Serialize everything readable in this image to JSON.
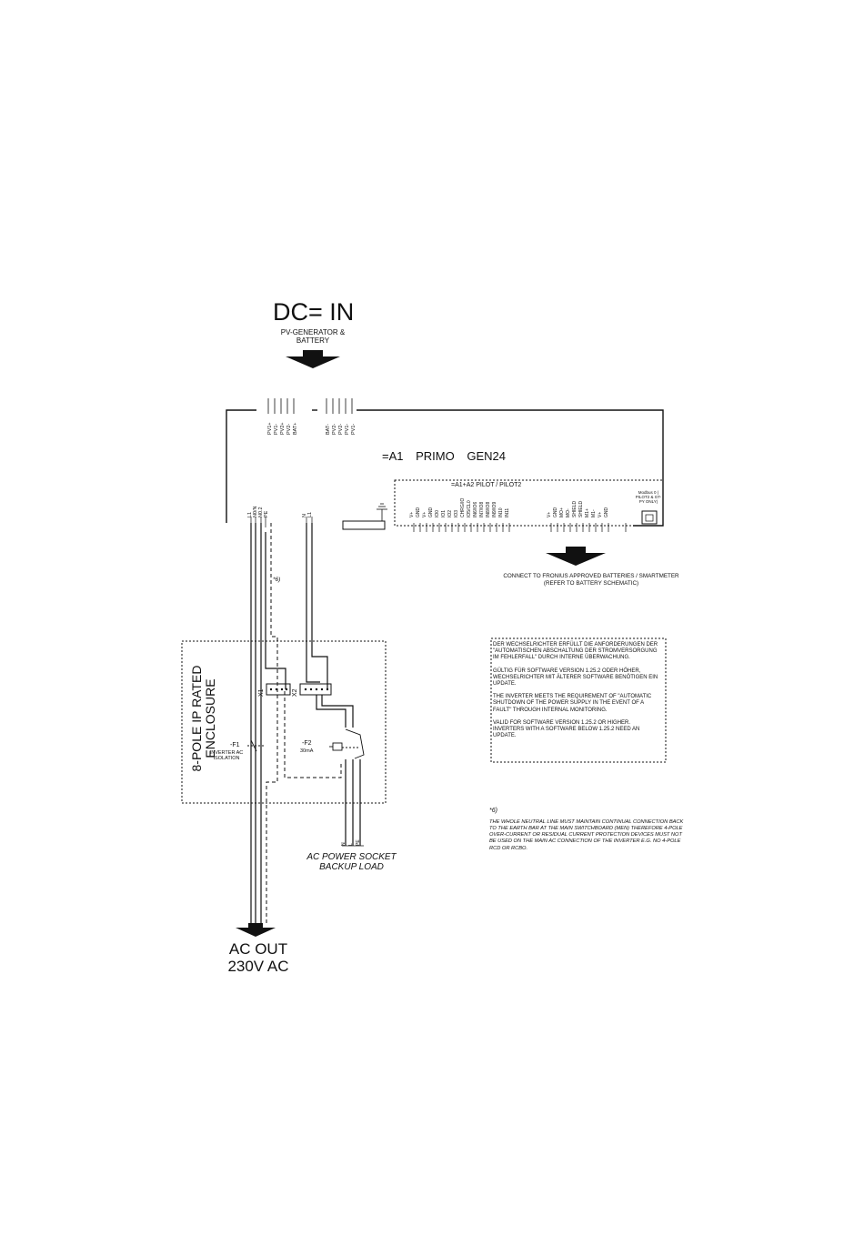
{
  "dc_input": {
    "title": "DC= IN",
    "subtitle": "PV-GENERATOR & BATTERY"
  },
  "inverter": {
    "label": "=A1   PRIMO GEN24",
    "pilot_label": "=A1+A2  PILOT  /  PILOT2",
    "modbus_note": "Modbus 0 ( PILOT2 & GT-PY ONLY)"
  },
  "connect_note": "CONNECT TO FRONIUS APPROVED BATTERIES / SMARTMETER (REFER TO BATTERY SCHEMATIC)",
  "enclosure": {
    "title": "8-POLE IP RATED ENCLOSURE",
    "x1_label": "X1",
    "x2_label": "X2"
  },
  "f1": {
    "tag": "-F1",
    "description": "INVERTER AC ISOLATION"
  },
  "f2": {
    "tag": "-F2",
    "rating": "30mA"
  },
  "ac_output": "AC OUT 230V AC",
  "socket_label": "AC POWER SOCKET BACKUP LOAD",
  "six_mark": "*6)",
  "notes": {
    "de_1": "DER WECHSELRICHTER ERFÜLLT DIE ANFORDERUNGEN DER \"AUTOMATISCHEN ABSCHALTUNG DER STROMVERSORGUNG IM FEHLERFALL\" DURCH INTERNE ÜBERWACHUNG.",
    "de_2": "GÜLTIG FÜR SOFTWARE VERSION 1.25.2 ODER HÖHER, WECHSELRICHTER MIT ÄLTERER SOFTWARE BENÖTIGEN EIN UPDATE.",
    "en_1": "THE INVERTER MEETS THE REQUIREMENT OF \"AUTOMATIC SHUTDOWN OF THE POWER SUPPLY IN THE EVENT OF A FAULT\" THROUGH INTERNAL MONITORING.",
    "en_2": "VALID FOR SOFTWARE VERSION 1.25.2 OR HIGHER. INVERTERS WITH A SOFTWARE BELOW 1.25.2 NEED AN UPDATE."
  },
  "footnote": {
    "mark": "*6)",
    "text": "THE WHOLE NEUTRAL LINE MUST MAINTAIN CONTINUAL CONNECTION BACK TO THE EARTH BAR AT THE MAIN SWITCHBOARD (MEN) THEREFORE 4-POLE OVER-CURRENT OR RESIDUAL CURRENT PROTECTION DEVICES MUST NOT BE USED ON THE MAIN AC CONNECTION OF THE INVERTER E.G. NO 4-POLE RCD OR RCBO."
  },
  "terminals": {
    "pv_block": [
      "PV1+",
      "PV1-",
      "PV2+",
      "PV2-",
      "BAT+"
    ],
    "bat_block": [
      "BAT-",
      "PV2-",
      "PV2-",
      "PV1-",
      "PV1-"
    ],
    "ac_main": [
      "L1",
      "N0/N",
      "N0.2",
      "PE"
    ],
    "backup": [
      "N",
      "L1"
    ],
    "pilot_pins": [
      "V+",
      "GND",
      "V+",
      "GND",
      "IO0",
      "IO1",
      "IO2",
      "IO3",
      "CHRG/IO",
      "IO5/CL0",
      "IN6/IO6",
      "IN7/IO8",
      "IN8/IO8",
      "IN9/IO9",
      "IN10",
      "IN11"
    ],
    "modbus_pins": [
      "V+",
      "GND",
      "MO+",
      "MO-",
      "SHIELD",
      "SHIELD",
      "M1+",
      "M1-",
      "V+",
      "GND"
    ],
    "socket_pins": [
      "N",
      "L",
      "PE"
    ]
  }
}
